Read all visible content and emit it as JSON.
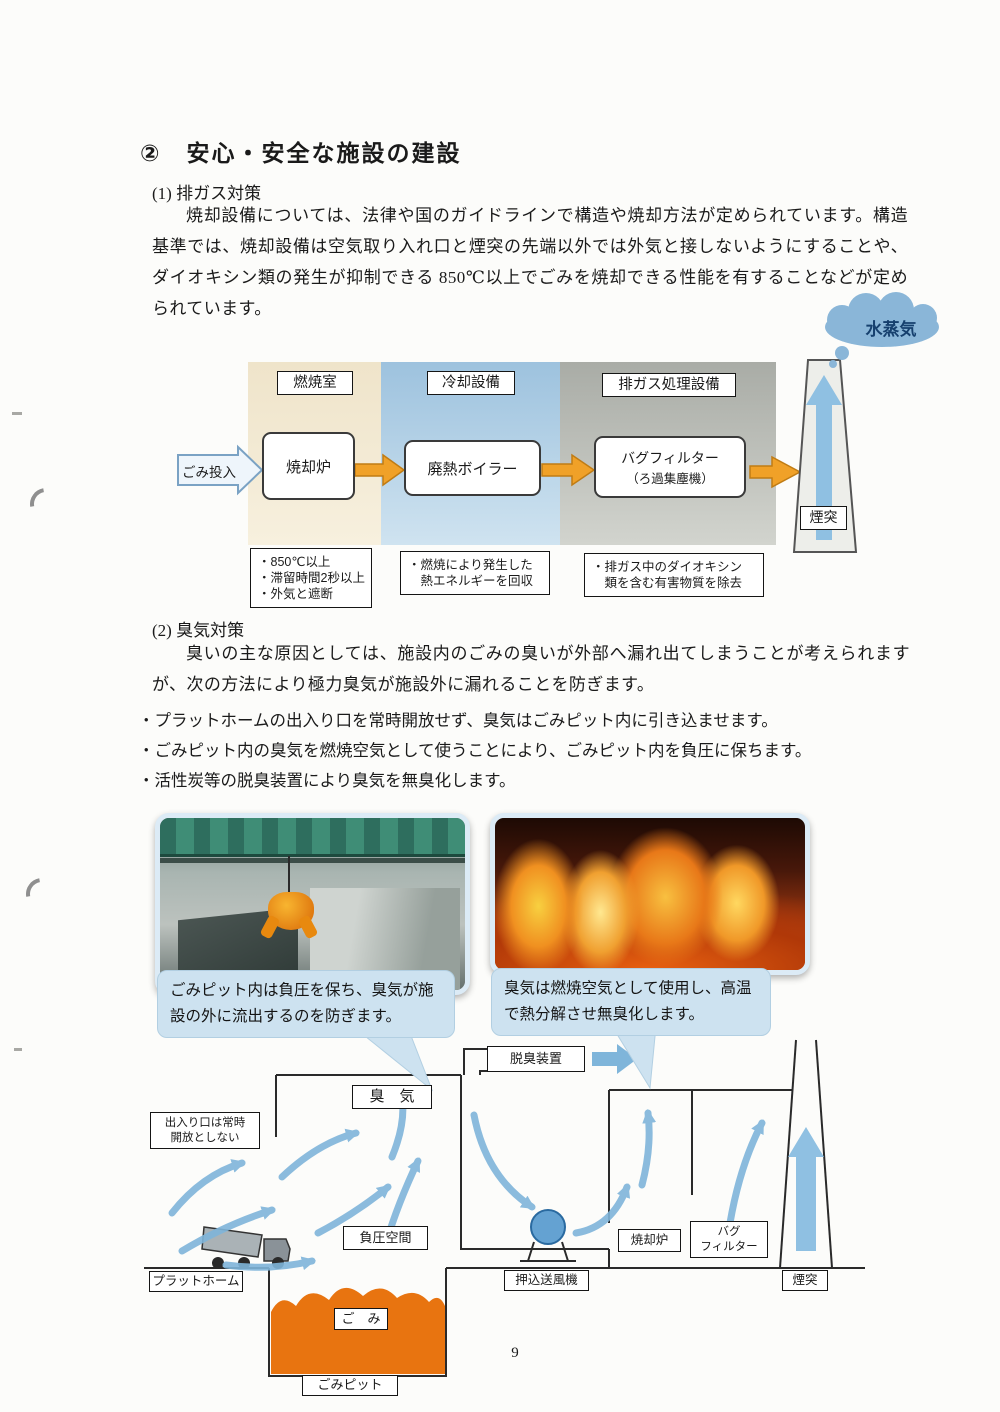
{
  "header": {
    "title": "②　安心・安全な施設の建設"
  },
  "section_gas": {
    "heading": "(1) 排ガス対策",
    "body": "焼却設備については、法律や国のガイドラインで構造や焼却方法が定められています。構造基準では、焼却設備は空気取り入れ口と煙突の先端以外では外気と接しないようにすることや、ダイオキシン類の発生が抑制できる 850℃以上でごみを焼却できる性能を有することなどが定められています。"
  },
  "flow_diagram": {
    "steam": "水蒸気",
    "zone_combustion": "燃焼室",
    "zone_cooling": "冷却設備",
    "zone_treatment": "排ガス処理設備",
    "input": "ごみ投入",
    "incinerator": "焼却炉",
    "boiler": "廃熱ボイラー",
    "bagfilter_line1": "バグフィルター",
    "bagfilter_line2": "（ろ過集塵機）",
    "chimney": "煙突",
    "note_combustion": [
      "・850℃以上",
      "・滞留時間2秒以上",
      "・外気と遮断"
    ],
    "note_cooling": [
      "・燃焼により発生した",
      "　熱エネルギーを回収"
    ],
    "note_treatment": [
      "・排ガス中のダイオキシン",
      "　類を含む有害物質を除去"
    ]
  },
  "section_odor": {
    "heading": "(2) 臭気対策",
    "body": "臭いの主な原因としては、施設内のごみの臭いが外部へ漏れ出てしまうことが考えられますが、次の方法により極力臭気が施設外に漏れることを防ぎます。",
    "bullets": [
      "・プラットホームの出入り口を常時開放せず、臭気はごみピット内に引き込ませます。",
      "・ごみピット内の臭気を燃焼空気として使うことにより、ごみピット内を負圧に保ちます。",
      "・活性炭等の脱臭装置により臭気を無臭化します。"
    ]
  },
  "callouts": {
    "pit": "ごみピット内は負圧を保ち、臭気が施設の外に流出するのを防ぎます。",
    "burn": "臭気は燃焼空気として使用し、高温で熱分解させ無臭化します。"
  },
  "facility_diagram": {
    "deodorizer": "脱臭装置",
    "odor": "臭　気",
    "entrance_line1": "出入り口は常時",
    "entrance_line2": "開放としない",
    "negative_pressure": "負圧空間",
    "platform": "プラットホーム",
    "waste": "ご　み",
    "waste_pit": "ごみピット",
    "blower": "押込送風機",
    "incinerator": "焼却炉",
    "bagfilter_line1": "バグ",
    "bagfilter_line2": "フィルター",
    "chimney": "煙突"
  },
  "footer": {
    "page_number": "9"
  }
}
